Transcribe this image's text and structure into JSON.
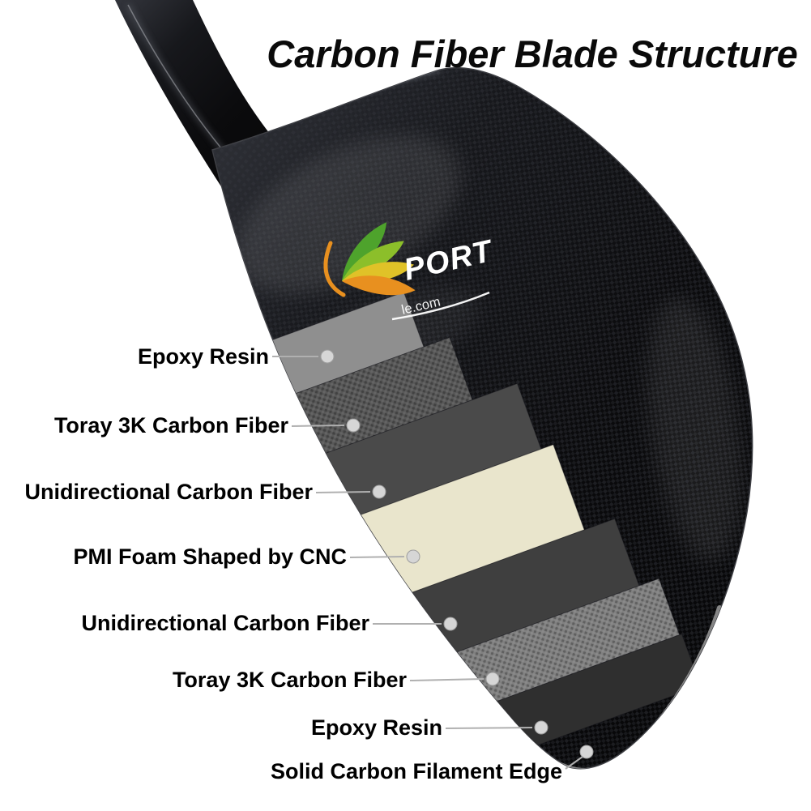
{
  "title": "Carbon Fiber Blade Structure",
  "logo": {
    "brand_text": "PORT",
    "domain_text": "le.com"
  },
  "layers": [
    {
      "label": "Epoxy Resin"
    },
    {
      "label": "Toray 3K Carbon Fiber"
    },
    {
      "label": "Unidirectional Carbon Fiber"
    },
    {
      "label": "PMI Foam Shaped by CNC"
    },
    {
      "label": "Unidirectional Carbon Fiber"
    },
    {
      "label": "Toray 3K Carbon Fiber"
    },
    {
      "label": "Epoxy Resin"
    },
    {
      "label": "Solid Carbon Filament Edge"
    }
  ],
  "colors": {
    "blade_black": "#0b0b0d",
    "epoxy_top": "#8f8f8f",
    "toray_upper": "#585858",
    "uni_upper": "#4a4a4a",
    "pmi_foam": "#e9e5cc",
    "uni_lower": "#3f3f3f",
    "toray_lower": "#808080",
    "epoxy_bottom": "#2f2f2f",
    "logo_green": "#4ea32c",
    "logo_lime": "#8cbf2a",
    "logo_yellow": "#e0c228",
    "logo_orange": "#e8901f",
    "leader_line": "#b0b0b0",
    "marker_dot": "#d6d6d6"
  }
}
